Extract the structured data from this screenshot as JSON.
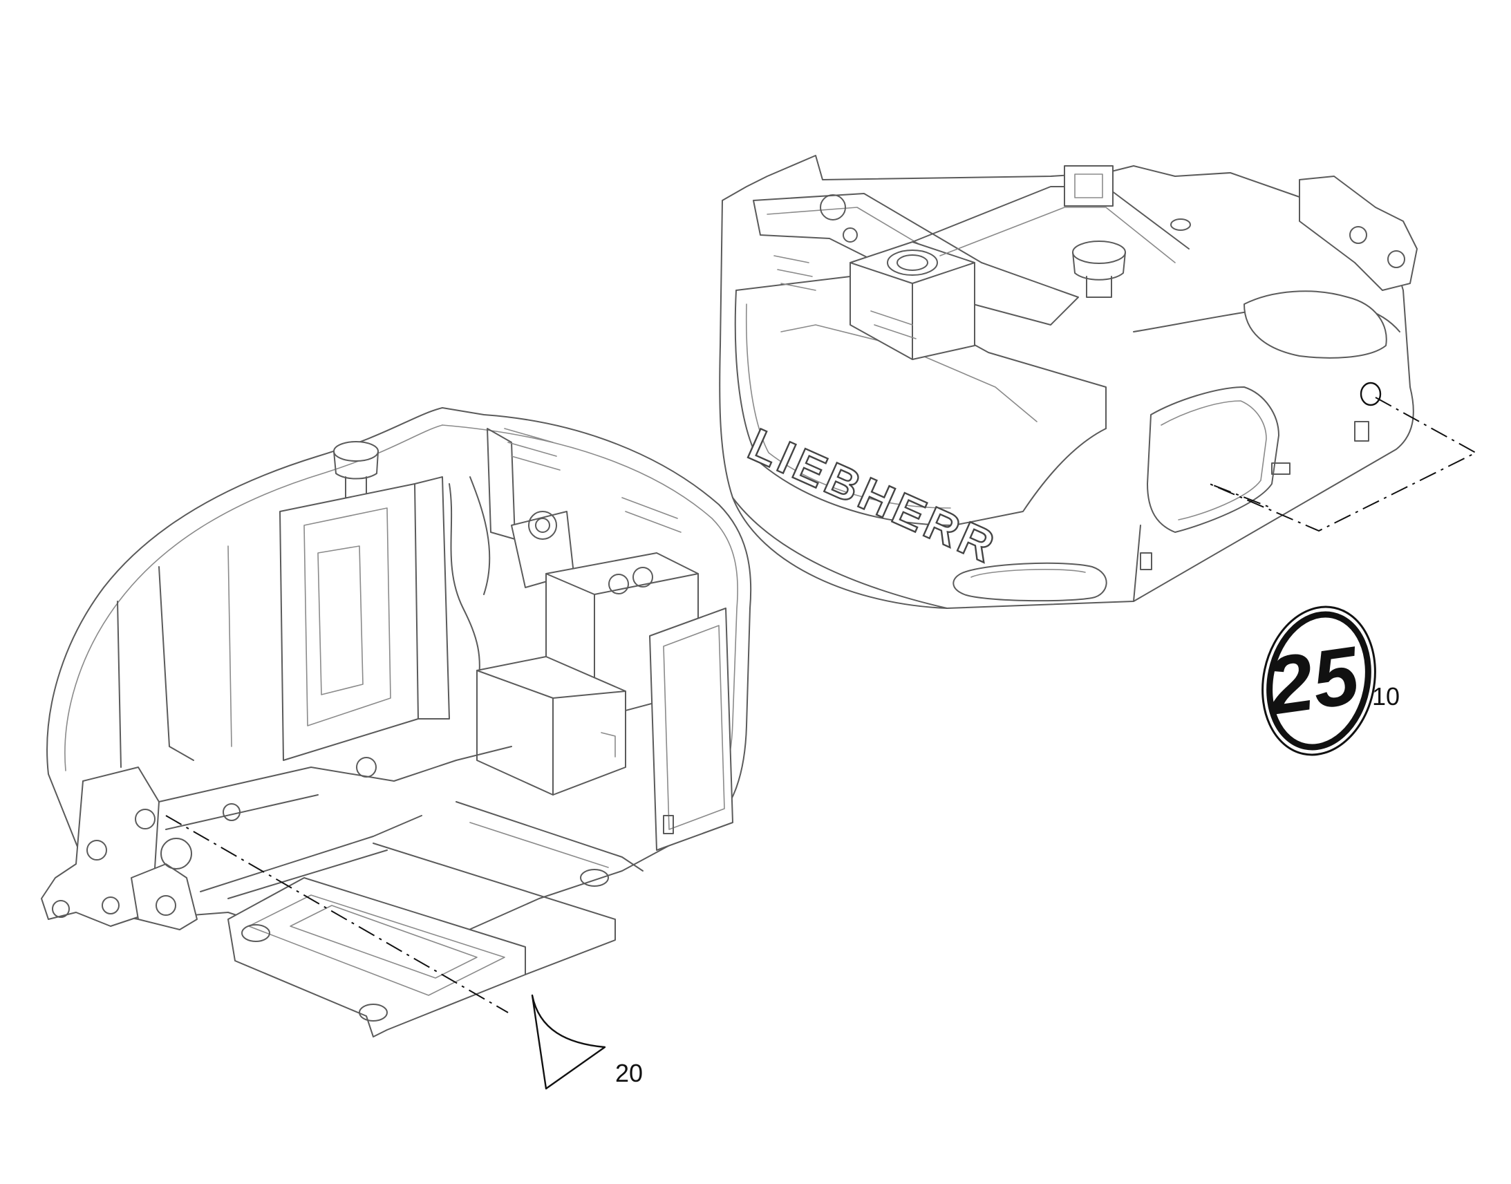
{
  "diagram": {
    "brand_lettering": "LIEBHERR",
    "decal_number": "25",
    "callouts": [
      {
        "id": "callout-10",
        "label": "10"
      },
      {
        "id": "callout-20",
        "label": "20"
      }
    ]
  },
  "colors": {
    "line": "#5a5a5a",
    "ink": "#111111",
    "background": "#ffffff"
  }
}
